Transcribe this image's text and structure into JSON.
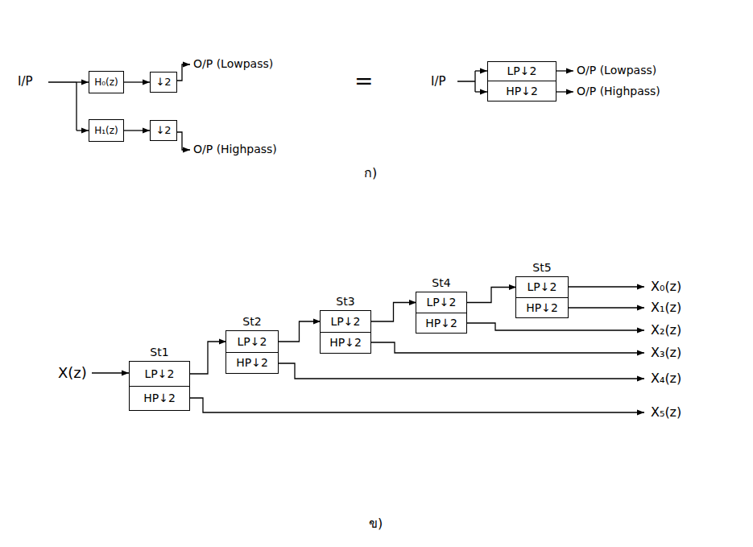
{
  "diagram": {
    "nodes": [
      {
        "text": [
          "H₀(z)"
        ]
      },
      {
        "text": [
          "↓2"
        ]
      },
      {
        "text": [
          "H₁(z)"
        ]
      },
      {
        "text": [
          "↓2"
        ]
      },
      {
        "text": [
          "LP↓2"
        ]
      },
      {
        "text": [
          "HP↓2"
        ]
      },
      {
        "text": [
          "St1"
        ]
      },
      {
        "text": [
          "LP↓2"
        ],
        "in": 6
      },
      {
        "text": [
          "HP↓2"
        ],
        "in": 6
      },
      {
        "text": [
          "St2"
        ]
      },
      {
        "text": [
          "LP↓2"
        ],
        "in": 9
      },
      {
        "text": [
          "HP↓2"
        ],
        "in": 9
      },
      {
        "text": [
          "St3"
        ]
      },
      {
        "text": [
          "LP↓2"
        ],
        "in": 12
      },
      {
        "text": [
          "HP↓2"
        ],
        "in": 12
      },
      {
        "text": [
          "St4"
        ]
      },
      {
        "text": [
          "LP↓2"
        ],
        "in": 15
      },
      {
        "text": [
          "HP↓2"
        ],
        "in": 15
      },
      {
        "text": [
          "St5"
        ]
      },
      {
        "text": [
          "LP↓2"
        ],
        "in": 18
      },
      {
        "text": [
          "HP↓2"
        ],
        "in": 18
      }
    ],
    "edges": [
      {
        "from": 0,
        "to": 1,
        "arrow": "to"
      },
      {
        "from": 2,
        "to": 3,
        "arrow": "to"
      },
      {
        "from": 7,
        "to": 10,
        "arrow": "to"
      },
      {
        "from": 10,
        "to": 13,
        "arrow": "to"
      },
      {
        "from": 13,
        "to": 16,
        "arrow": "to"
      },
      {
        "from": 16,
        "to": 19,
        "arrow": "to"
      }
    ],
    "labels": [
      "I/P",
      "O/P (Lowpass)",
      "O/P (Highpass)",
      "=",
      "I/P",
      "O/P (Lowpass)",
      "O/P (Highpass)",
      "ก)",
      "X(z)",
      "X₀(z)",
      "X₁(z)",
      "X₂(z)",
      "X₃(z)",
      "X₄(z)",
      "X₅(z)",
      "ข)"
    ]
  }
}
